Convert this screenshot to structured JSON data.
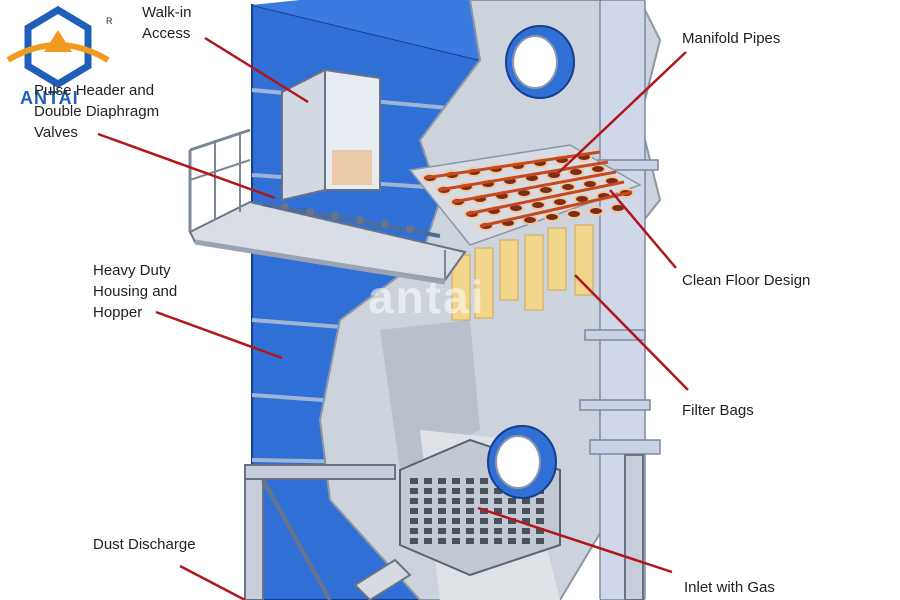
{
  "logo": {
    "text": "ANTAI",
    "registered_mark": "R",
    "colors": {
      "blue": "#1f5fb8",
      "orange": "#f29a1f"
    }
  },
  "watermark": "antai",
  "labels": {
    "walk_in": "Walk-in\nAccess",
    "manifold": "Manifold Pipes",
    "pulse_header": "Pulse Header and\nDouble Diaphragm\nValves",
    "clean_floor": "Clean Floor Design",
    "housing": "Heavy Duty\nHousing and\nHopper",
    "filter_bags": "Filter Bags",
    "dust_discharge": "Dust Discharge",
    "inlet": "Inlet with Gas"
  },
  "colors": {
    "housing_blue": "#2f6fd6",
    "housing_dark": "#1d4fa8",
    "interior_grey": "#cdd3dc",
    "leader_red": "#b0161c",
    "bag_tan": "#f2d48a",
    "tube_orange": "#c96a2c"
  }
}
